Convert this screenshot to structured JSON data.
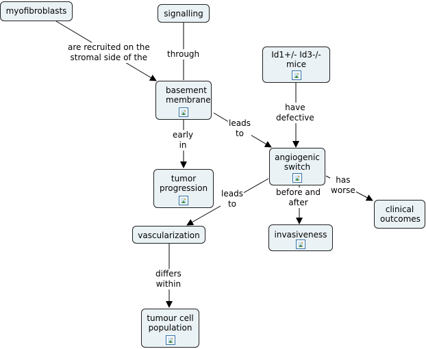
{
  "nodes": {
    "myofibroblasts": "myofibroblasts",
    "signalling": "signalling",
    "basement_membrane": "basement membrane",
    "id_mice": "Id1+/- Id3-/- mice",
    "angiogenic_switch": "angiogenic switch",
    "tumor_progression": "tumor progression",
    "clinical_outcomes": "clinical outcomes",
    "vascularization": "vascularization",
    "invasiveness": "invasiveness",
    "tumour_cell_population": "tumour cell population"
  },
  "links": {
    "recruited_1": "are recruited on the",
    "recruited_2": "stromal side of the",
    "through": "through",
    "leads_to_1_a": "leads",
    "leads_to_1_b": "to",
    "have_defective_a": "have",
    "have_defective_b": "defective",
    "early_in_a": "early",
    "early_in_b": "in",
    "leads_to_2_a": "leads",
    "leads_to_2_b": "to",
    "before_after_a": "before and",
    "before_after_b": "after",
    "has_worse_a": "has",
    "has_worse_b": "worse",
    "differs_within_a": "differs",
    "differs_within_b": "within"
  },
  "colors": {
    "node_fill": "#eaf2f5",
    "node_border": "#1f1f1f",
    "line": "#000000",
    "icon_border": "#2f6ea8"
  },
  "icons": {
    "resource_icon": "image-icon"
  }
}
